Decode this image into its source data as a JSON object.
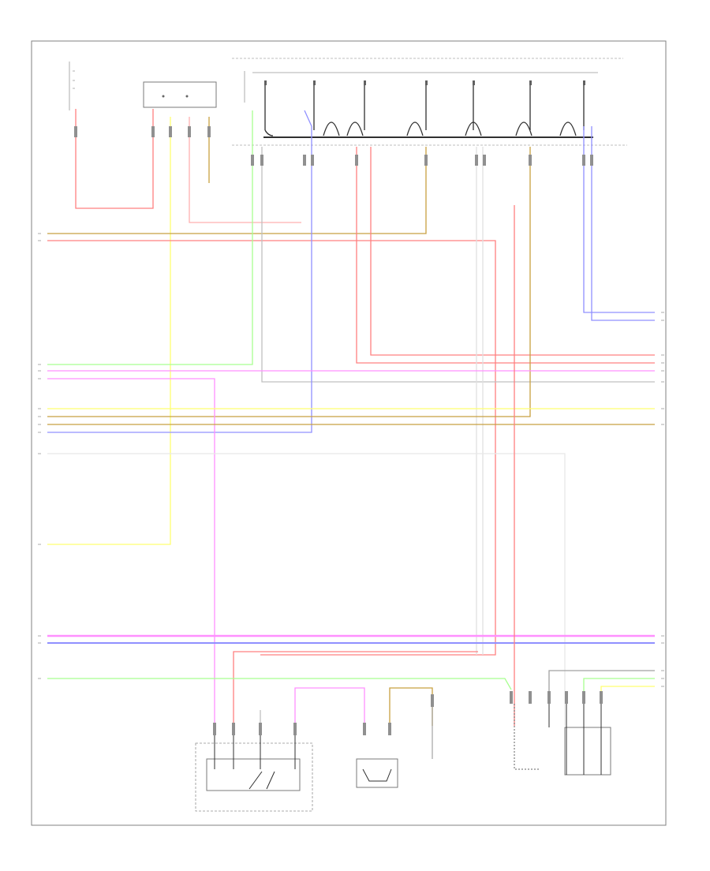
{
  "diagram": {
    "figure_label": "",
    "colors": {
      "red": "#ff8080",
      "pink": "#ff90ff",
      "yellow": "#ffff70",
      "green": "#a8ff90",
      "purple": "#9090ff",
      "tan": "#c8a040",
      "gray": "#c0c0c0",
      "black": "#303030",
      "frame": "#808080"
    },
    "components": [
      {
        "id": "battery-fuse",
        "label": ""
      },
      {
        "id": "junction-relay-block",
        "label": ""
      },
      {
        "id": "fuse-relay-box",
        "label": ""
      },
      {
        "id": "circuit-opening-relay",
        "label": ""
      },
      {
        "id": "fuel-pump-switch",
        "label": ""
      },
      {
        "id": "fuel-pump-ground",
        "label": ""
      },
      {
        "id": "throttle-position-sensor",
        "label": ""
      }
    ],
    "harness_labels": {
      "left": [
        "",
        "",
        "",
        "",
        "",
        "",
        "",
        "",
        "",
        "",
        "",
        "",
        "",
        ""
      ],
      "right": [
        "",
        "",
        "",
        "",
        "",
        "",
        "",
        "",
        "",
        "",
        "",
        ""
      ]
    }
  }
}
